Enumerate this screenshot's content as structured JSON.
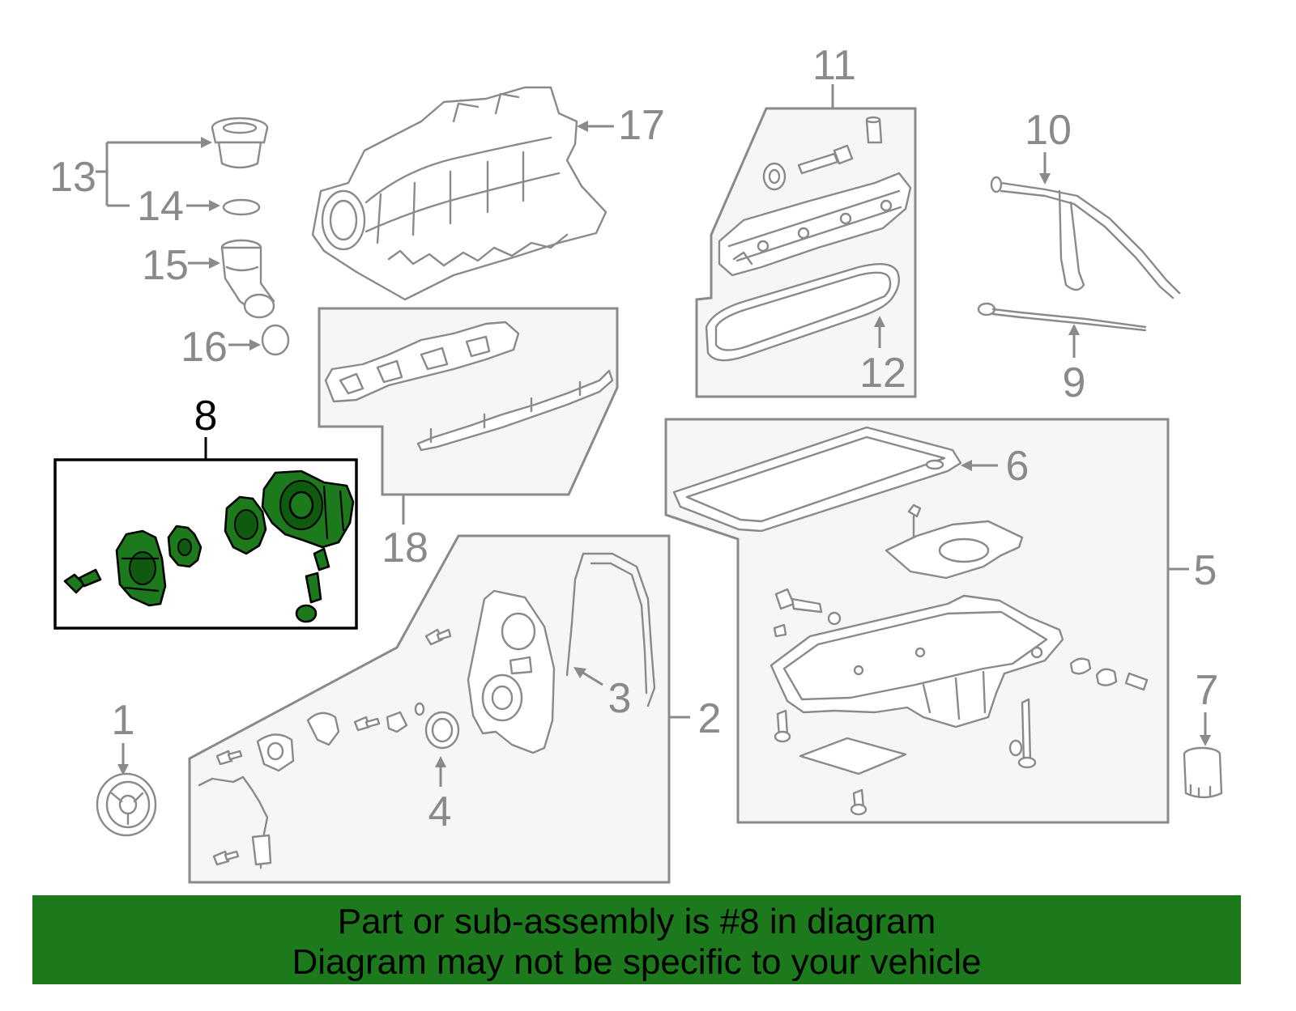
{
  "callouts": {
    "c1": "1",
    "c2": "2",
    "c3": "3",
    "c4": "4",
    "c5": "5",
    "c6": "6",
    "c7": "7",
    "c8": "8",
    "c9": "9",
    "c10": "10",
    "c11": "11",
    "c12": "12",
    "c13": "13",
    "c14": "14",
    "c15": "15",
    "c16": "16",
    "c17": "17",
    "c18": "18"
  },
  "highlighted_part": "8",
  "colors": {
    "highlight_green": "#1c7a1c",
    "part_gray": "#8a8a8a",
    "box_fill": "#f6f6f6"
  },
  "banner": {
    "line1": "Part or sub-assembly is #8 in diagram",
    "line2": "Diagram may not be specific to your vehicle"
  }
}
